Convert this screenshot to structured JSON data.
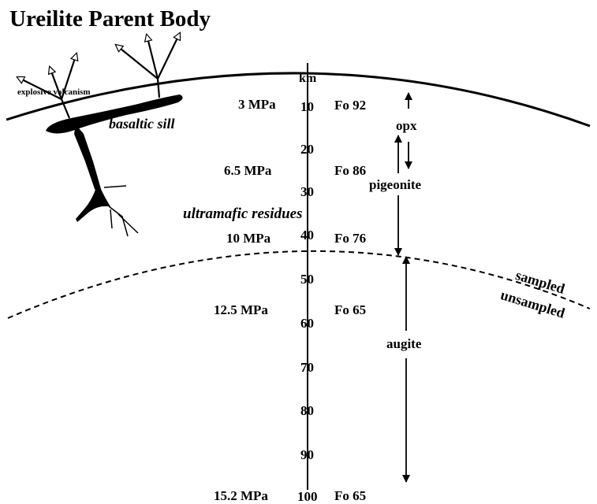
{
  "title": "Ureilite Parent Body",
  "labels": {
    "explosive_volcanism": "explosive volcanism",
    "basaltic_sill": "basaltic sill",
    "ultramafic_residues": "ultramafic residues",
    "sampled": "sampled",
    "unsampled": "unsampled"
  },
  "depth_axis": {
    "unit": "km",
    "ticks": [
      "10",
      "20",
      "30",
      "40",
      "50",
      "60",
      "70",
      "80",
      "90",
      "100"
    ]
  },
  "pressures": [
    "3 MPa",
    "6.5 MPa",
    "10 MPa",
    "12.5 MPa",
    "15.2 MPa"
  ],
  "forsterite": [
    "Fo 92",
    "Fo 86",
    "Fo 76",
    "Fo 65",
    "Fo 65"
  ],
  "minerals": {
    "opx": "opx",
    "pigeonite": "pigeonite",
    "augite": "augite"
  }
}
